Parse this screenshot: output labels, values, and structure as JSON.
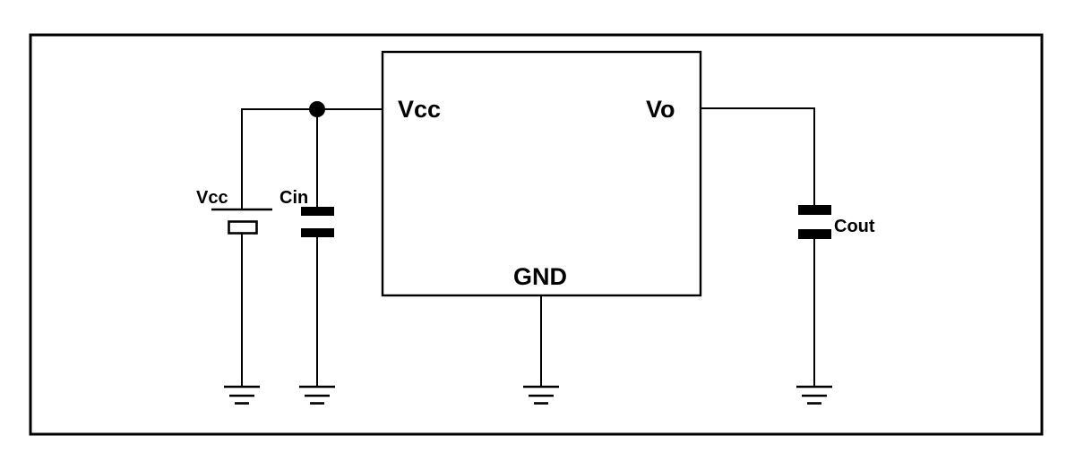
{
  "diagram": {
    "ic_pins": {
      "vcc": "Vcc",
      "vo": "Vo",
      "gnd": "GND"
    },
    "components": {
      "supply_label": "Vcc",
      "input_capacitor_label": "Cin",
      "output_capacitor_label": "Cout"
    },
    "colors": {
      "line": "#000000",
      "background": "#ffffff"
    }
  }
}
